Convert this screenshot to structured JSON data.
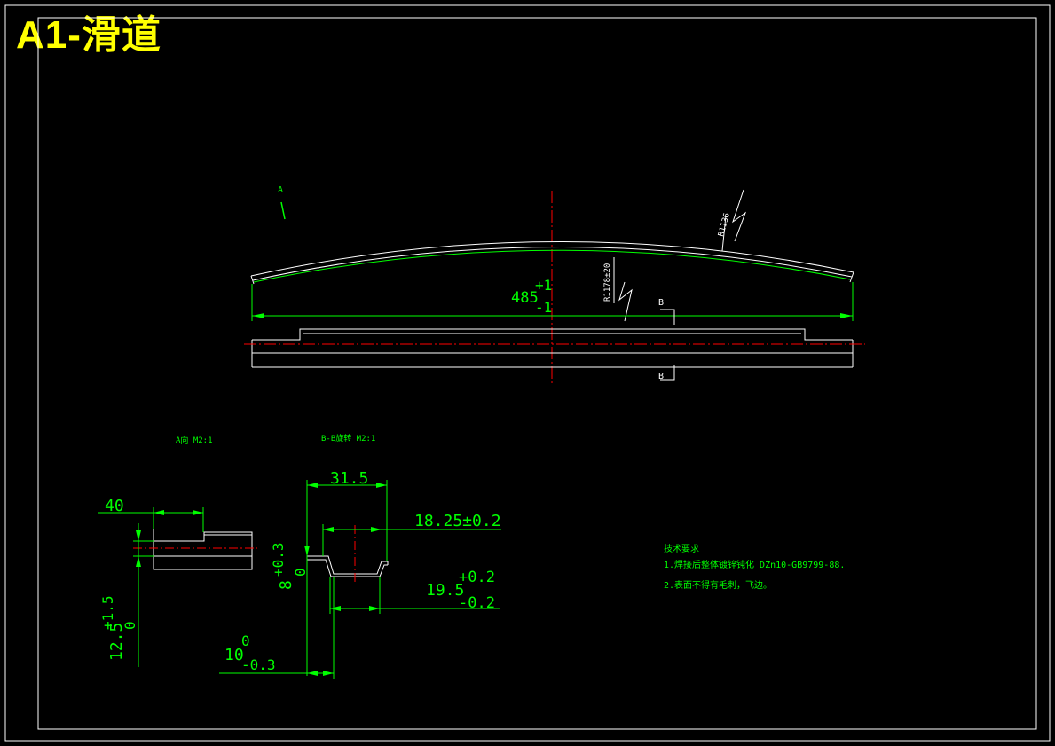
{
  "title": "A1-滑道",
  "colors": {
    "background": "#000000",
    "frame": "#ffffff",
    "dimension": "#00ff00",
    "centerline": "#ff0000",
    "title": "#ffff00"
  },
  "main_view": {
    "label_a": "A",
    "dim_length": "485",
    "dim_length_tol_upper": "+1",
    "dim_length_tol_lower": "-1",
    "radius_inner": "R1178±20",
    "radius_outer": "R1136",
    "section_b_top": "B",
    "section_b_bottom": "B"
  },
  "view_a": {
    "label": "A向 M2:1",
    "dim_width": "40",
    "dim_height": "12.5",
    "dim_height_tol_upper": "+1.5",
    "dim_height_tol_lower": "0"
  },
  "section_bb": {
    "label": "B-B旋转 M2:1",
    "dim_top": "31.5",
    "dim_inner": "18.25±0.2",
    "dim_bottom": "19.5",
    "dim_bottom_tol_upper": "+0.2",
    "dim_bottom_tol_lower": "-0.2",
    "dim_height": "8",
    "dim_height_tol_upper": "+0.3",
    "dim_height_tol_lower": "0",
    "dim_base": "10",
    "dim_base_tol_upper": "0",
    "dim_base_tol_lower": "-0.3"
  },
  "technical_requirements": {
    "heading": "技术要求",
    "items": [
      "1.焊接后整体镀锌钝化 DZn10-GB9799-88.",
      "2.表面不得有毛刺，飞边。"
    ]
  }
}
